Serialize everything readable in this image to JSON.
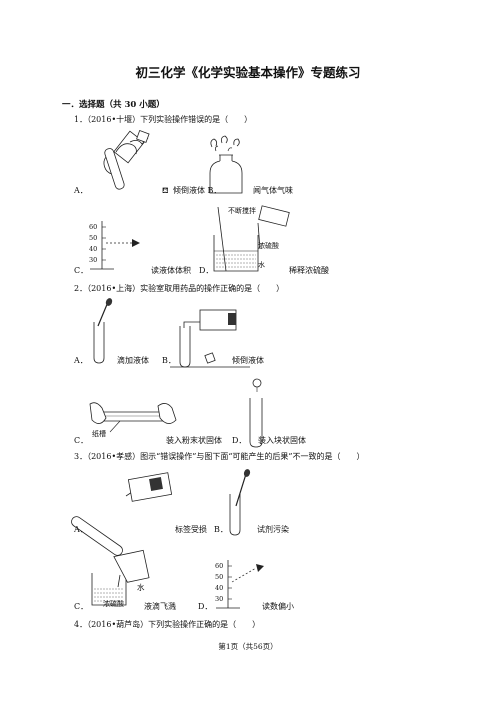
{
  "title": "初三化学《化学实验基本操作》专题练习",
  "section": "一．选择题（共 30 小题）",
  "questions": [
    {
      "stem": "1．（2016•十堰）下列实验操作错误的是（　　）",
      "options": [
        {
          "letter": "A．",
          "caption": "倾倒液体 B．"
        },
        {
          "letter": "",
          "caption": "闻气体气味"
        },
        {
          "letter": "C．",
          "caption": "读液体体积"
        },
        {
          "letter": "D．",
          "caption": "稀释浓硫酸"
        }
      ],
      "figure_labels": {
        "cylinder_marks": [
          "60",
          "50",
          "40",
          "30"
        ],
        "stir": "不断搅拌",
        "acid": "浓硫酸",
        "water": "水"
      }
    },
    {
      "stem": "2．（2016•上海）实验室取用药品的操作正确的是（　　）",
      "options": [
        {
          "letter": "A．",
          "caption": "滴加液体"
        },
        {
          "letter": "B．",
          "caption": "倾倒液体"
        },
        {
          "letter": "C．",
          "caption": "装入粉末状固体"
        },
        {
          "letter": "D．",
          "caption": "装入块状固体"
        }
      ],
      "figure_labels": {
        "paper": "纸槽"
      }
    },
    {
      "stem": "3．（2016•孝感）图示“错误操作”与图下面“可能产生的后果”不一致的是（　　）",
      "options": [
        {
          "letter": "A．",
          "caption": "标签受损"
        },
        {
          "letter": "B．",
          "caption": "试剂污染"
        },
        {
          "letter": "C．",
          "caption": "液滴飞溅"
        },
        {
          "letter": "D．",
          "caption": "读数偏小"
        }
      ],
      "figure_labels": {
        "water": "水",
        "acid": "浓硫酸",
        "cylinder_marks": [
          "60",
          "50",
          "40",
          "30"
        ]
      }
    },
    {
      "stem": "4．（2016•葫芦岛）下列实验操作正确的是（　　）"
    }
  ],
  "footer": "第1页（共56页）"
}
